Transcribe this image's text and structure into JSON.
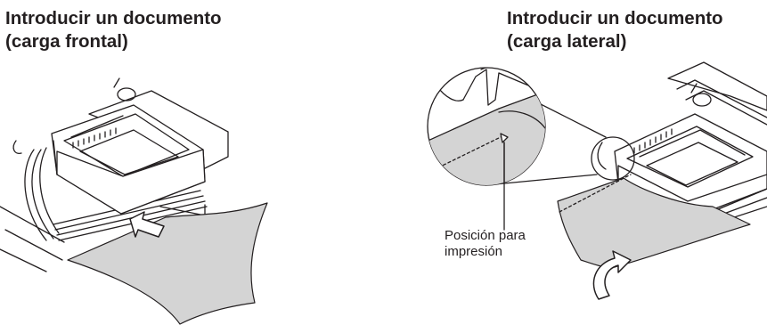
{
  "panels": [
    {
      "title_line1": "Introducir un documento",
      "title_line2": "(carga frontal)"
    },
    {
      "title_line1": "Introducir un documento",
      "title_line2": "(carga lateral)",
      "callout_line1": "Posición para",
      "callout_line2": "impresión"
    }
  ],
  "colors": {
    "paper_fill": "#d4d4d4",
    "line": "#231f20",
    "background": "#ffffff"
  }
}
